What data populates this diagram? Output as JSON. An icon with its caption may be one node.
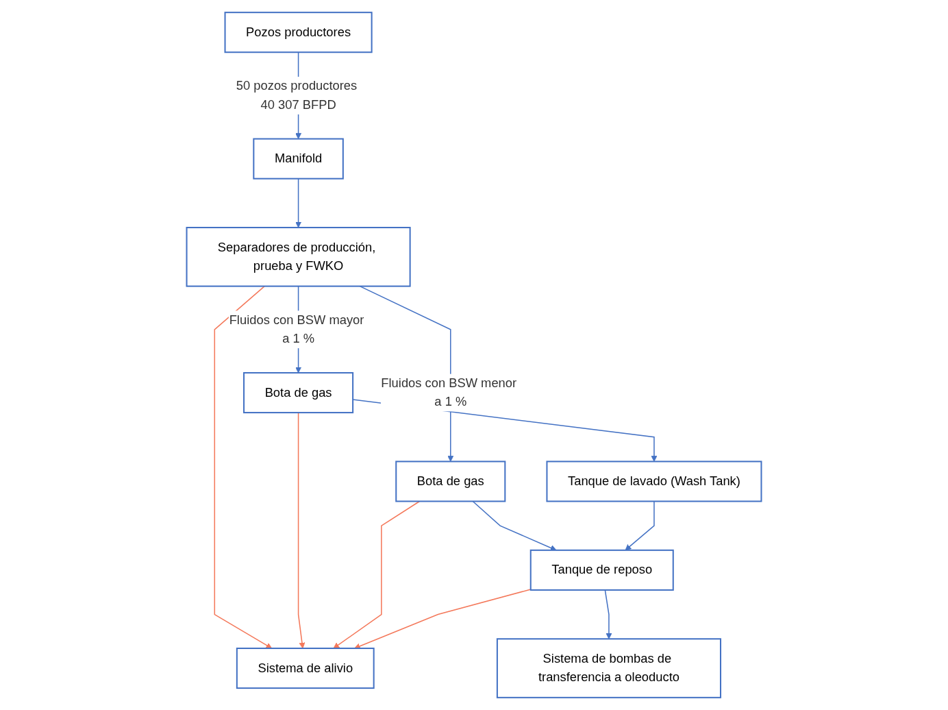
{
  "diagram": {
    "nodes": [
      {
        "text": [
          "Pozos productores"
        ]
      },
      {
        "text": [
          "Manifold"
        ]
      },
      {
        "text": [
          "Separadores de producción, prueba y FWKO"
        ]
      },
      {
        "text": [
          "Sistema de alivio"
        ]
      },
      {
        "text": [
          "Bota de gas"
        ]
      },
      {
        "text": [
          "Bota de gas"
        ]
      },
      {
        "text": [
          "Tanque de lavado (Wash Tank)"
        ]
      },
      {
        "text": [
          "Tanque de reposo"
        ]
      },
      {
        "text": [
          "Sistema de bombas de transferencia a oleoducto"
        ]
      }
    ],
    "edges": [
      {
        "from": 0,
        "to": 1,
        "arrow": "to",
        "label": "50 pozos productores 40 307 BFPD"
      },
      {
        "from": 1,
        "to": 2,
        "arrow": "to"
      },
      {
        "from": 2,
        "to": 3,
        "arrow": "to",
        "color": "#f4785a"
      },
      {
        "from": 2,
        "to": 4,
        "arrow": "to",
        "label": "Fluidos con BSW mayor a 1 %"
      },
      {
        "from": 2,
        "to": 5,
        "arrow": "to",
        "label": "Fluidos con BSW menor a 1 %"
      },
      {
        "from": 4,
        "to": 3,
        "arrow": "to",
        "color": "#f4785a"
      },
      {
        "from": 5,
        "to": 3,
        "arrow": "to",
        "color": "#f4785a"
      },
      {
        "from": 7,
        "to": 3,
        "arrow": "to",
        "color": "#f4785a"
      },
      {
        "from": 4,
        "to": 6,
        "arrow": "to"
      },
      {
        "from": 5,
        "to": 7,
        "arrow": "to"
      },
      {
        "from": 6,
        "to": 7,
        "arrow": "to"
      },
      {
        "from": 7,
        "to": 8,
        "arrow": "to"
      }
    ]
  }
}
